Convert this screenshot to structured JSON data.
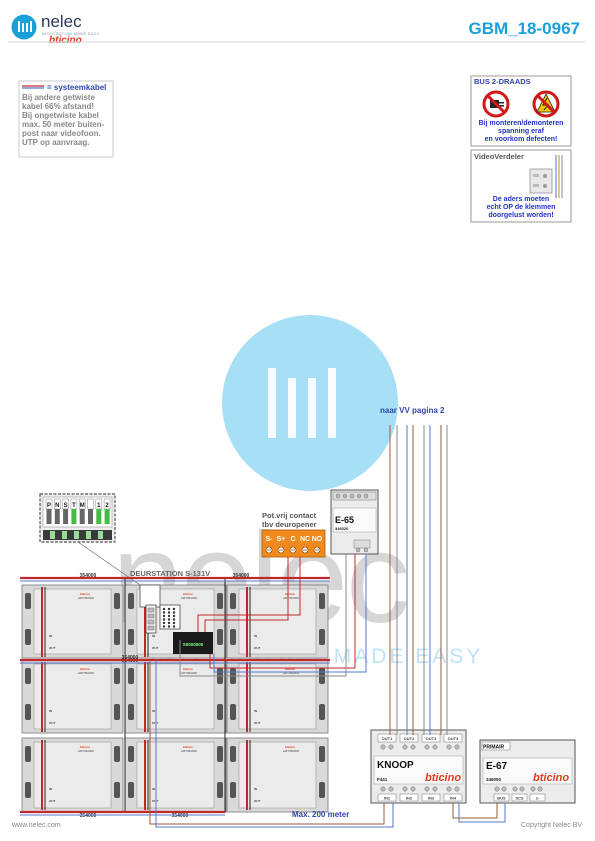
{
  "header": {
    "logo_name": "nelec",
    "logo_subtitle": "INTEGRATION MADE EASY",
    "logo_brand": "bticino",
    "doc_id": "GBM_18-0967"
  },
  "cable_note": {
    "legend": "= systeemkabel",
    "lines": [
      "Bij andere getwiste",
      "kabel 66% afstand!",
      "Bij ongetwiste kabel",
      "max. 50 meter buiten-",
      "post naar videofoon.",
      "UTP op aanvraag."
    ]
  },
  "bus_panel": {
    "title": "BUS 2-DRAADS",
    "lines": [
      "Bij monteren/demonteren",
      "spanning eraf",
      "en voorkom defecten!"
    ]
  },
  "video_panel": {
    "title": "VideoVerdeler",
    "lines": [
      "De aders moeten",
      "echt OP de klemmen",
      "doorgelust worden!"
    ]
  },
  "dip_switch": {
    "labels": [
      "P",
      "N",
      "S",
      "T",
      "M",
      "",
      "1",
      "2"
    ],
    "value": "0"
  },
  "watermark": {
    "word": "nelec",
    "tagline": "INTEGRATION MADE EASY"
  },
  "labels": {
    "to_vv": "naar VV pagina 2",
    "door_station": "DEURSTATION S-131V",
    "potfree_line1": "Pot.vrij contact",
    "potfree_line2": "tbv deuropener",
    "max_distance": "Max. 200 meter",
    "website": "www.nelec.com",
    "copyright": "Copyright Nelec BV"
  },
  "relay_terminals": [
    "S-",
    "S+",
    "C",
    "NC",
    "NO"
  ],
  "e65": {
    "name": "E-65",
    "code": "346020"
  },
  "knoop": {
    "name": "KNOOP",
    "code": "F441",
    "outputs": [
      "OUT1",
      "OUT2",
      "OUT3",
      "OUT4"
    ],
    "inputs": [
      "IN1",
      "IN2",
      "IN3",
      "IN4"
    ]
  },
  "e67": {
    "name": "E-67",
    "code": "346050",
    "primary": "PRIMAIR",
    "terminals": [
      "BUS",
      "SCS",
      "2-"
    ]
  },
  "modules": {
    "top_label": "354000",
    "bottom_label": "354000",
    "module_code": "ART352000",
    "module_code_center": "ART351300",
    "in_label": "IN",
    "out_label": "OUT",
    "display_code": "S0000000"
  },
  "colors": {
    "brand_blue": "#1aa0d8",
    "brand_red": "#e23b1c",
    "relay_orange": "#f08a1c",
    "cable_red": "#c0282a",
    "wire_brown": "#9a5a3a",
    "wire_blue": "#5577cc",
    "wire_grey": "#888888"
  }
}
